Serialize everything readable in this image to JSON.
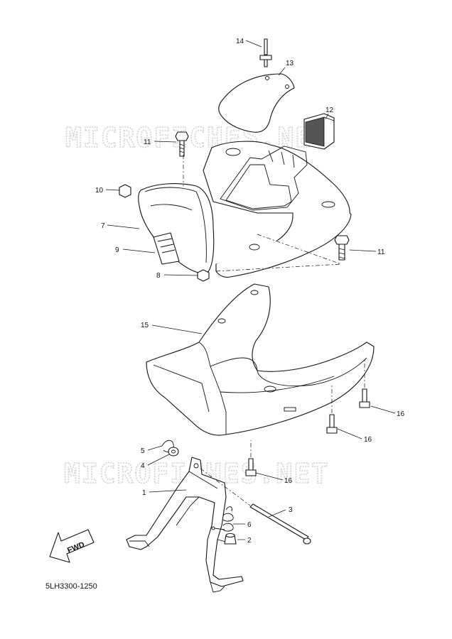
{
  "watermark": "MICROFICHES.NET",
  "diagram_code": "5LH3300-1250",
  "fwd_label": "FWD",
  "callouts": [
    {
      "id": "c14",
      "label": "14"
    },
    {
      "id": "c13",
      "label": "13"
    },
    {
      "id": "c12",
      "label": "12"
    },
    {
      "id": "c11a",
      "label": "11"
    },
    {
      "id": "c10",
      "label": "10"
    },
    {
      "id": "c7",
      "label": "7"
    },
    {
      "id": "c9",
      "label": "9"
    },
    {
      "id": "c8",
      "label": "8"
    },
    {
      "id": "c11b",
      "label": "11"
    },
    {
      "id": "c15",
      "label": "15"
    },
    {
      "id": "c16a",
      "label": "16"
    },
    {
      "id": "c16b",
      "label": "16"
    },
    {
      "id": "c16c",
      "label": "16"
    },
    {
      "id": "c5",
      "label": "5"
    },
    {
      "id": "c4",
      "label": "4"
    },
    {
      "id": "c1",
      "label": "1"
    },
    {
      "id": "c3",
      "label": "3"
    },
    {
      "id": "c6",
      "label": "6"
    },
    {
      "id": "c2",
      "label": "2"
    }
  ]
}
